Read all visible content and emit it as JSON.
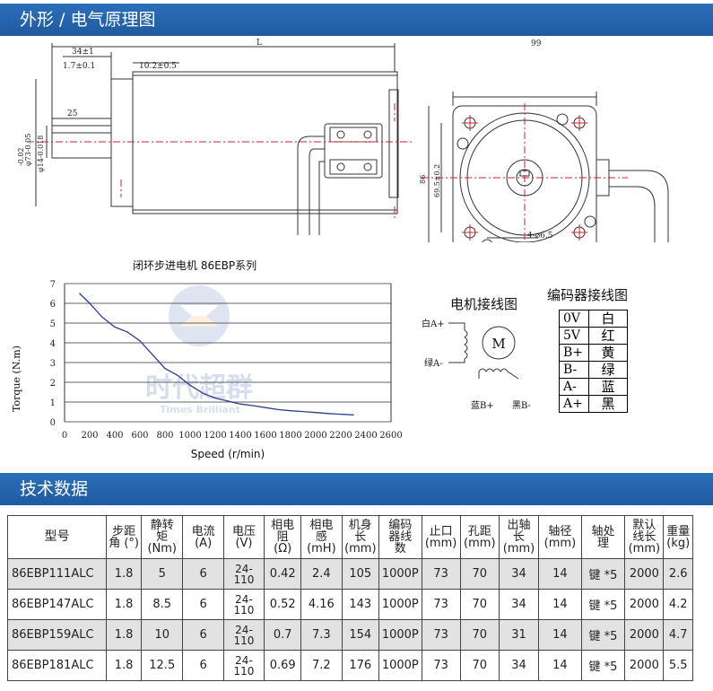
{
  "section1": {
    "title": "外形 / 电气原理图"
  },
  "section2": {
    "title": "技术数据"
  },
  "drawing": {
    "dim_34": "34±1",
    "dim_1_7": "1.7±0.1",
    "dim_10_2": "10.2±0.5",
    "dim_L": "L",
    "dim_25": "25",
    "dim_shaft": "φ73-0.05",
    "dim_shaft_tol": "-0.02",
    "dim_14": "φ14-0.018",
    "dim_99": "99",
    "dim_86": "86",
    "dim_69_5": "69.5±0.2",
    "dim_holes": "4-⌀6.5"
  },
  "chart": {
    "title": "闭环步进电机 86EBP系列",
    "ylabel": "Torque (N.m)",
    "xlabel": "Speed  (r/min)",
    "watermark_cn": "时代超群",
    "watermark_en": "Times Brilliant"
  },
  "chart_data": {
    "type": "line",
    "title": "闭环步进电机 86EBP系列",
    "xlabel": "Speed  (r/min)",
    "ylabel": "Torque (N.m)",
    "xlim": [
      0,
      2600
    ],
    "ylim": [
      0,
      7
    ],
    "x_ticks": [
      "0",
      "200",
      "400",
      "600",
      "800",
      "1000",
      "1200",
      "1400",
      "1600",
      "1800",
      "2000",
      "2200",
      "2400",
      "2600"
    ],
    "y_ticks": [
      "0",
      "1",
      "2",
      "3",
      "4",
      "5",
      "6",
      "7"
    ],
    "grid": "horizontal",
    "series": [
      {
        "x": [
          120,
          200,
          300,
          400,
          500,
          600,
          700,
          800,
          900,
          1000,
          1100,
          1200,
          1300,
          1400,
          1500,
          1600,
          1700,
          1800,
          1900,
          2000,
          2100,
          2200,
          2300
        ],
        "y": [
          6.5,
          6.0,
          5.3,
          4.8,
          4.55,
          4.1,
          3.4,
          2.7,
          2.35,
          1.85,
          1.45,
          1.2,
          1.05,
          0.9,
          0.82,
          0.72,
          0.62,
          0.56,
          0.52,
          0.47,
          0.42,
          0.38,
          0.35
        ]
      }
    ]
  },
  "wiring": {
    "title": "电机接线图",
    "white_a": "白A+",
    "green_a": "绿A-",
    "motor": "M",
    "blue_b": "蓝B+",
    "black_b": "黑B-"
  },
  "encoder": {
    "title": "编码器接线图",
    "rows": [
      {
        "signal": "0V",
        "color": "白"
      },
      {
        "signal": "5V",
        "color": "红"
      },
      {
        "signal": "B+",
        "color": "黄"
      },
      {
        "signal": "B-",
        "color": "绿"
      },
      {
        "signal": "A-",
        "color": "蓝"
      },
      {
        "signal": "A+",
        "color": "黑"
      }
    ]
  },
  "specs": {
    "headers": [
      {
        "lines": [
          "型号"
        ]
      },
      {
        "lines": [
          "步距",
          "角 (°)"
        ]
      },
      {
        "lines": [
          "静转",
          "矩",
          "(Nm)"
        ]
      },
      {
        "lines": [
          "电流",
          "(A)"
        ]
      },
      {
        "lines": [
          "电压",
          "(V)"
        ]
      },
      {
        "lines": [
          "相电",
          "阻",
          "(Ω)"
        ]
      },
      {
        "lines": [
          "相电",
          "感",
          "(mH)"
        ]
      },
      {
        "lines": [
          "机身",
          "长",
          "(mm)"
        ]
      },
      {
        "lines": [
          "编码",
          "器线",
          "数"
        ]
      },
      {
        "lines": [
          "止口",
          "(mm)"
        ]
      },
      {
        "lines": [
          "孔距",
          "(mm)"
        ]
      },
      {
        "lines": [
          "出轴",
          "长",
          "(mm)"
        ]
      },
      {
        "lines": [
          "轴径",
          "(mm)"
        ]
      },
      {
        "lines": [
          "轴处",
          "理"
        ]
      },
      {
        "lines": [
          "默认",
          "线长",
          "(mm)"
        ]
      },
      {
        "lines": [
          "重量",
          "(kg)"
        ]
      }
    ],
    "rows": [
      [
        "86EBP111ALC",
        "1.8",
        "5",
        "6",
        "24-110",
        "0.42",
        "2.4",
        "105",
        "1000P",
        "73",
        "70",
        "34",
        "14",
        "键 *5",
        "2000",
        "2.6"
      ],
      [
        "86EBP147ALC",
        "1.8",
        "8.5",
        "6",
        "24-110",
        "0.52",
        "4.16",
        "143",
        "1000P",
        "73",
        "70",
        "34",
        "14",
        "键 *5",
        "2000",
        "4.2"
      ],
      [
        "86EBP159ALC",
        "1.8",
        "10",
        "6",
        "24-110",
        "0.7",
        "7.3",
        "154",
        "1000P",
        "73",
        "70",
        "31",
        "14",
        "键 *5",
        "2000",
        "4.7"
      ],
      [
        "86EBP181ALC",
        "1.8",
        "12.5",
        "6",
        "24-110",
        "0.69",
        "7.2",
        "176",
        "1000P",
        "73",
        "70",
        "34",
        "14",
        "键 *5",
        "2000",
        "5.5"
      ]
    ]
  },
  "colors": {
    "header_bg": "#2161a8",
    "curve": "#2b3f8f",
    "row_alt": "#e2e2e2",
    "dim_red": "#d42020"
  }
}
